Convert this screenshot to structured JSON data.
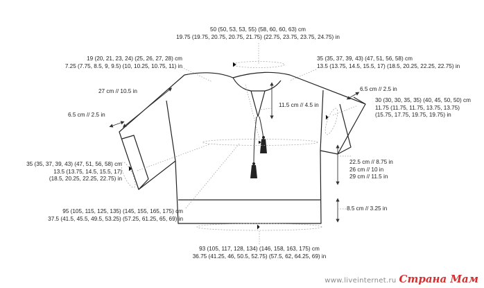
{
  "labels": {
    "top_width": [
      "50 (50, 53, 53, 55) (58, 60, 60, 63) cm",
      "19.75 (19.75, 20.75, 20.75, 21.75) (22.75, 23.75, 23.75, 24.75) in"
    ],
    "shoulder_left": [
      "19 (20, 21, 23, 24) (25, 26, 27, 28) cm",
      "7.25 (7.75, 8.5, 9, 9.5) (10, 10.25, 10.75, 11) in"
    ],
    "shoulder_right": [
      "35 (35, 37, 39, 43) (47, 51, 56, 58) cm",
      "13.5 (13.75, 14.5, 15.5, 17) (18.5, 20.25, 22.25, 22.75) in"
    ],
    "sleeve_length": [
      "27 cm // 10.5 in"
    ],
    "cuff_left": [
      "6.5 cm // 2.5 in"
    ],
    "cuff_right": [
      "6.5 cm // 2.5 in"
    ],
    "neck_depth": [
      "11.5 cm // 4.5 in"
    ],
    "armhole": [
      "30 (30, 30, 35, 35) (40, 45, 50, 50) cm",
      "11.75 (11.75, 11.75, 13.75, 13.75)",
      "(15.75, 17.75, 19.75, 19.75) in"
    ],
    "sleeve_width": [
      "35 (35, 37, 39, 43) (47, 51, 56, 58) cm",
      "13.5 (13.75, 14.5, 15.5, 17)",
      "(18.5, 20.25, 22.25, 22.75) in"
    ],
    "body_length": [
      "22.5 cm // 8.75 in",
      "26 cm // 10 in",
      "29 cm // 11.5 in"
    ],
    "hem": [
      "8.5 cm // 3.25 in"
    ],
    "chest": [
      "95 (105, 115, 125, 135) (145, 155, 165, 175) cm",
      "37.5 (41.5, 45.5, 49.5, 53.25) (57.25, 61.25, 65, 69) in"
    ],
    "bottom_width": [
      "93 (105, 117, 128, 134) (146, 158, 163, 175) cm",
      "36.75 (41.25, 46, 50.5, 52.75) (57.5, 62, 64.25, 69) in"
    ]
  },
  "watermark": {
    "url": "www.liveinternet.ru",
    "brand": "Страна Мам"
  }
}
